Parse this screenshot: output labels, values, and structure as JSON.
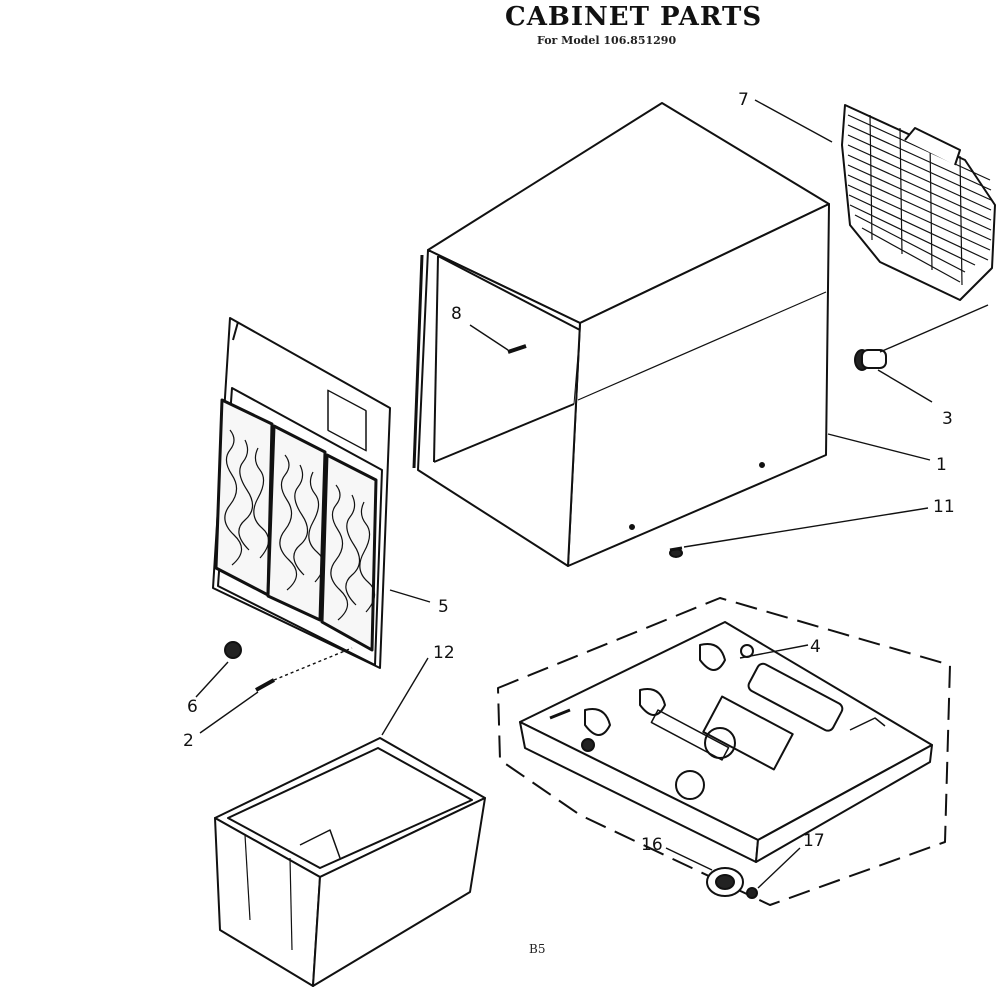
{
  "title": "CABINET PARTS",
  "subtitle": "For Model 106.851290",
  "footer_code": "B5",
  "callouts": [
    {
      "id": "c7-top",
      "label": "7"
    },
    {
      "id": "c8",
      "label": "8"
    },
    {
      "id": "c3",
      "label": "3"
    },
    {
      "id": "c1",
      "label": "1"
    },
    {
      "id": "c11",
      "label": "11"
    },
    {
      "id": "c5",
      "label": "5"
    },
    {
      "id": "c12",
      "label": "12"
    },
    {
      "id": "c6",
      "label": "6"
    },
    {
      "id": "c2",
      "label": "2"
    },
    {
      "id": "c4",
      "label": "4"
    },
    {
      "id": "c16",
      "label": "16"
    },
    {
      "id": "c17",
      "label": "17"
    }
  ]
}
